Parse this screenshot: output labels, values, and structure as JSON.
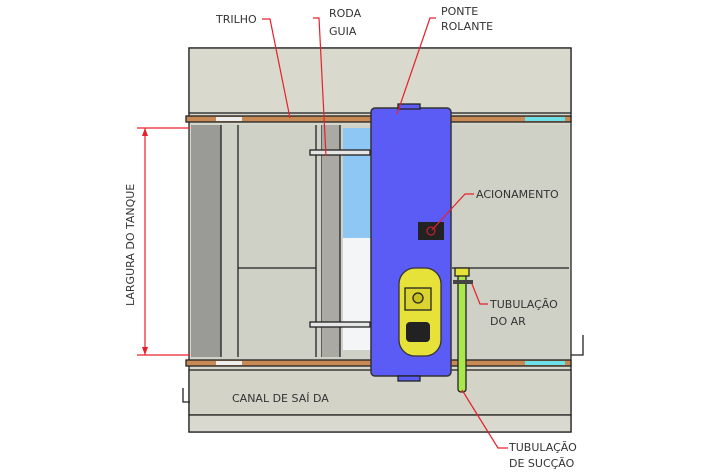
{
  "labels": {
    "trilho": "TRILHO",
    "roda_1": "RODA",
    "roda_2": "GUIA",
    "ponte_1": "PONTE",
    "ponte_2": "ROLANTE",
    "acionamento": "ACIONAMENTO",
    "tub_ar_1": "TUBULAÇÃO",
    "tub_ar_2": "DO AR",
    "canal": "CANAL DE SAÍ DA",
    "tub_succao_1": "TUBULAÇÃO",
    "tub_succao_2": "DE SUCÇÃO",
    "largura": "LARGURA DO TANQUE"
  },
  "colors": {
    "bridge": "#5b5bf6",
    "tank": "#e6e23a",
    "pipe": "#a8e84a",
    "rail": "#c88a55",
    "leader": "#e8202a",
    "wall": "#d4d4c8"
  }
}
